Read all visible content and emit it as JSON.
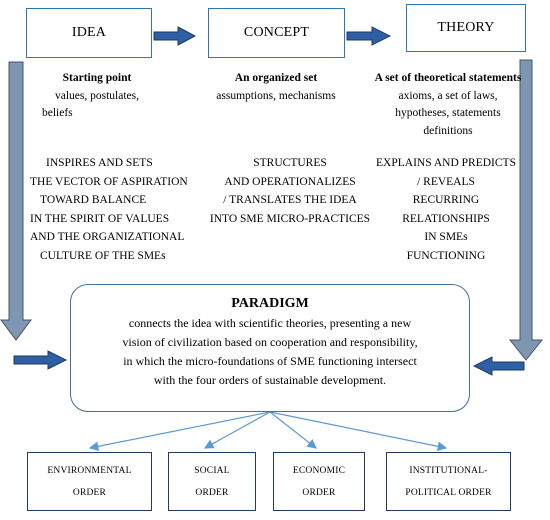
{
  "top_boxes": {
    "idea": "IDEA",
    "concept": "CONCEPT",
    "theory": "THEORY"
  },
  "columns": {
    "idea": {
      "heading": "Starting point",
      "lines": [
        "values, postulates,",
        "beliefs"
      ]
    },
    "concept": {
      "heading": "An organized set",
      "lines": [
        "assumptions, mechanisms"
      ]
    },
    "theory": {
      "heading": "A set of theoretical statements",
      "lines": [
        "axioms, a set of laws,",
        "hypotheses, statements",
        "definitions"
      ]
    }
  },
  "descriptions": {
    "idea": [
      "INSPIRES AND SETS",
      "THE VECTOR OF ASPIRATION",
      "TOWARD BALANCE",
      "IN THE SPIRIT OF VALUES",
      "AND THE ORGANIZATIONAL",
      "CULTURE OF THE SMEs"
    ],
    "concept": [
      "STRUCTURES",
      "AND OPERATIONALIZES",
      "/ TRANSLATES THE IDEA",
      "INTO SME MICRO-PRACTICES"
    ],
    "theory": [
      "EXPLAINS AND PREDICTS",
      "/ REVEALS",
      "RECURRING",
      "RELATIONSHIPS",
      "IN SMEs",
      "FUNCTIONING"
    ]
  },
  "paradigm": {
    "title": "PARADIGM",
    "lines": [
      "connects the idea with scientific theories, presenting a new",
      "vision of civilization based on cooperation and responsibility,",
      "in which the micro-foundations of SME functioning intersect",
      "with the four orders of sustainable development."
    ]
  },
  "orders": [
    {
      "line1": "ENVIRONMENTAL",
      "line2": "ORDER"
    },
    {
      "line1": "SOCIAL",
      "line2": "ORDER"
    },
    {
      "line1": "ECONOMIC",
      "line2": "ORDER"
    },
    {
      "line1": "INSTITUTIONAL-",
      "line2": "POLITICAL ORDER"
    }
  ],
  "colors": {
    "box_border": "#2e75b6",
    "arrow_fill": "#2e5fa3",
    "arrow_outline": "#1f3864",
    "connector": "#5b9bd5"
  }
}
